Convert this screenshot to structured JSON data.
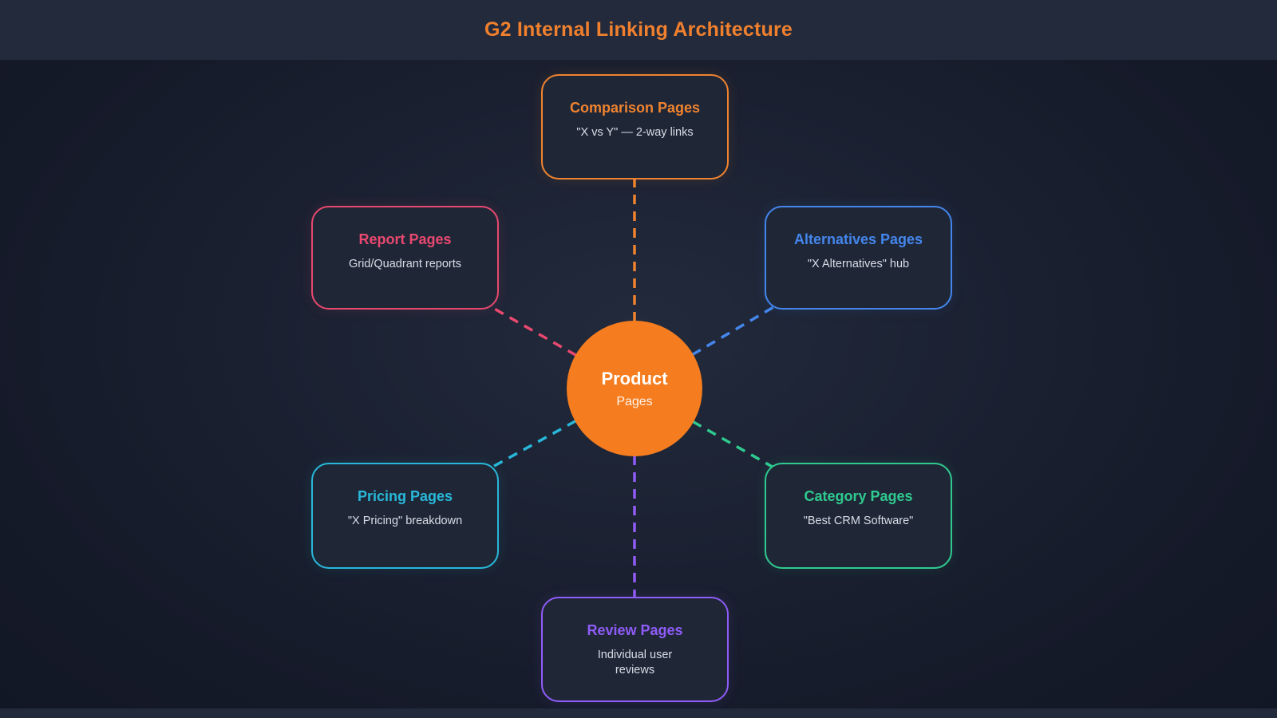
{
  "header": {
    "title": "G2 Internal Linking Architecture"
  },
  "diagram": {
    "center": {
      "title": "Product",
      "subtitle": "Pages",
      "color": "#f57d1f"
    },
    "nodes": [
      {
        "id": "comparison",
        "title": "Comparison Pages",
        "subtitle": "\"X vs Y\" — 2-way links",
        "color": "#f0832f",
        "position": "top"
      },
      {
        "id": "report",
        "title": "Report Pages",
        "subtitle": "Grid/Quadrant reports",
        "color": "#e9486f",
        "position": "upper-left"
      },
      {
        "id": "alternatives",
        "title": "Alternatives Pages",
        "subtitle": "\"X Alternatives\" hub",
        "color": "#4486ec",
        "position": "upper-right"
      },
      {
        "id": "pricing",
        "title": "Pricing Pages",
        "subtitle": "\"X Pricing\" breakdown",
        "color": "#28b8da",
        "position": "lower-left"
      },
      {
        "id": "category",
        "title": "Category Pages",
        "subtitle": "\"Best CRM Software\"",
        "color": "#2fca8f",
        "position": "lower-right"
      },
      {
        "id": "review",
        "title": "Review Pages",
        "subtitle": "Individual user reviews",
        "color": "#8f5cf7",
        "position": "bottom"
      }
    ],
    "edges": [
      {
        "from": "product",
        "to": "comparison",
        "style": "dashed"
      },
      {
        "from": "product",
        "to": "report",
        "style": "dashed"
      },
      {
        "from": "product",
        "to": "alternatives",
        "style": "dashed"
      },
      {
        "from": "product",
        "to": "pricing",
        "style": "dashed"
      },
      {
        "from": "product",
        "to": "category",
        "style": "dashed"
      },
      {
        "from": "product",
        "to": "review",
        "style": "dashed"
      }
    ]
  }
}
